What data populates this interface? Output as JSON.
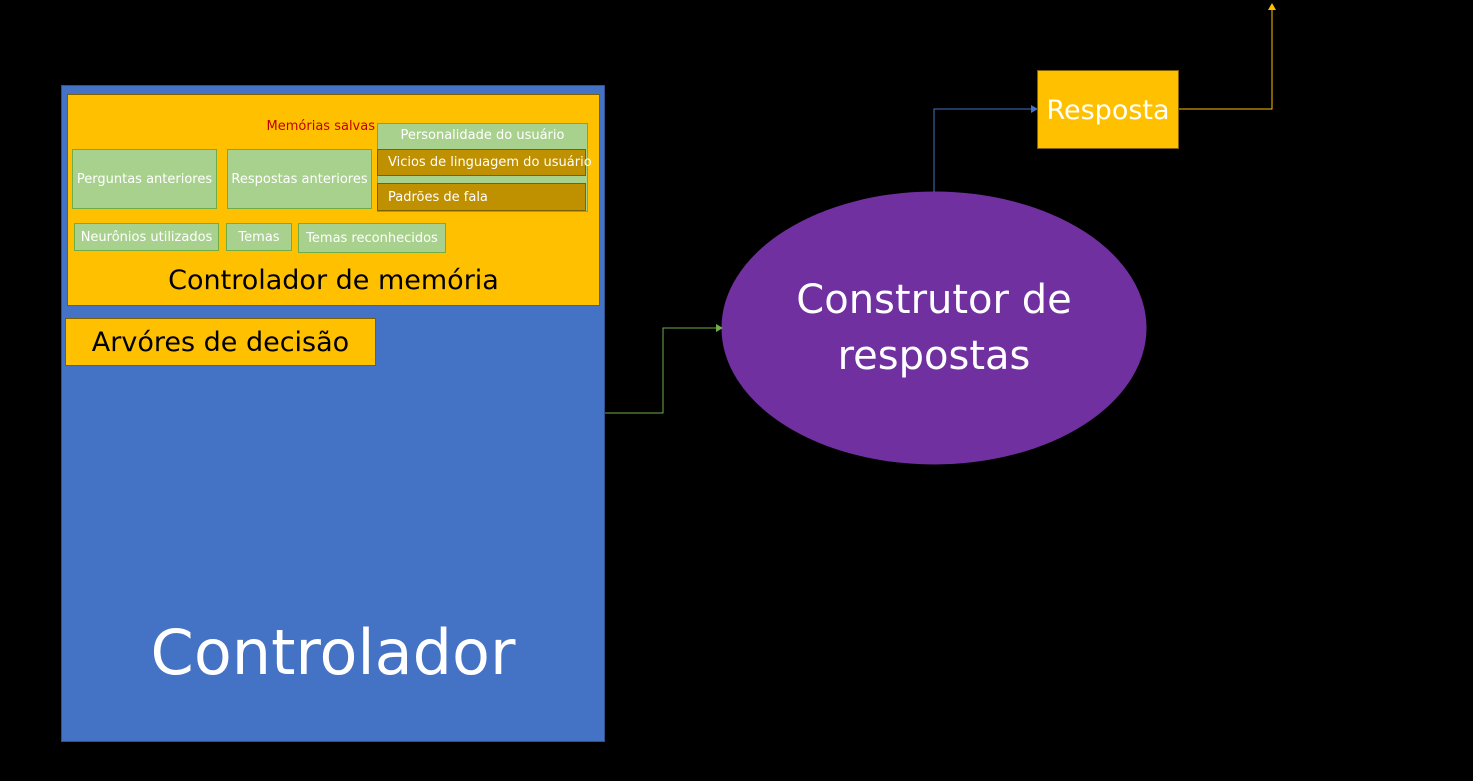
{
  "colors": {
    "background": "#000000",
    "controlador": "#4472c4",
    "memoria": "#ffc000",
    "green": "#a9d18e",
    "dark_gold": "#bf9000",
    "construtor": "#7030a0",
    "salvas_text": "#c00000",
    "edge_green": "#70ad47",
    "edge_blue": "#4472c4",
    "edge_gold": "#ffc000"
  },
  "controlador": {
    "title": "Controlador",
    "memoria": {
      "title": "Controlador de memória",
      "salvas_label": "Memórias salvas",
      "perguntas": "Perguntas anteriores",
      "respostas": "Respostas anteriores",
      "personalidade": {
        "title": "Personalidade do usuário",
        "vicios": "Vicios de linguagem do usuário",
        "padroes": "Padrões de fala"
      },
      "neuronios": "Neurônios utilizados",
      "temas": "Temas",
      "temas_reconhecidos": "Temas reconhecidos"
    },
    "arvores": "Arvóres de decisão"
  },
  "construtor": {
    "line1": "Construtor de",
    "line2": "respostas"
  },
  "resposta": "Resposta",
  "edges": [
    {
      "from": "controlador",
      "to": "construtor",
      "color_key": "edge_green"
    },
    {
      "from": "construtor",
      "to": "resposta",
      "color_key": "edge_blue"
    },
    {
      "from": "resposta",
      "to": "output",
      "color_key": "edge_gold"
    }
  ]
}
